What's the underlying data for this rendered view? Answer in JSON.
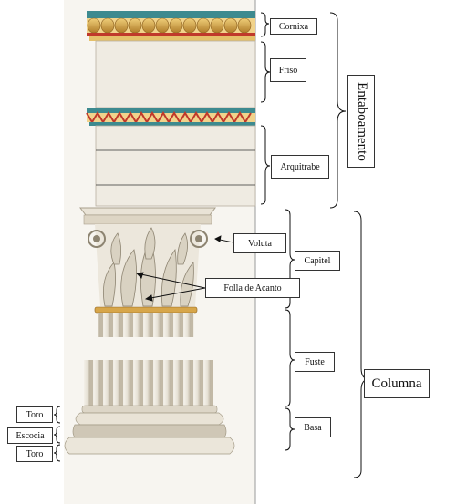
{
  "labels": {
    "cornixa": "Cornixa",
    "friso": "Friso",
    "arquitrabe": "Arquitrabe",
    "entaboamento": "Entaboamento",
    "voluta": "Voluta",
    "capitel": "Capitel",
    "folla": "Folla de Acanto",
    "fuste": "Fuste",
    "columna": "Columna",
    "basa": "Basa",
    "toro_top": "Toro",
    "escocia": "Escocia",
    "toro_bottom": "Toro"
  },
  "colors": {
    "stone": "#efebe2",
    "stone_shadow": "#cfc7b6",
    "gold": "#d7a64a",
    "teal": "#3d8a8f",
    "red": "#c0392b",
    "line": "#333333"
  }
}
